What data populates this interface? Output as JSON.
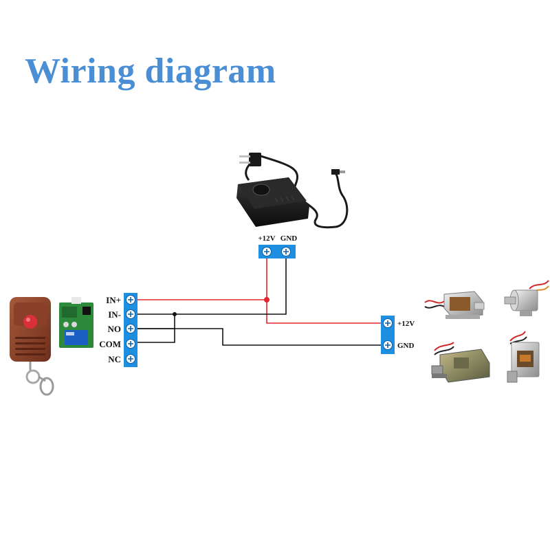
{
  "title": "Wiring diagram",
  "colors": {
    "title": "#4a8fd6",
    "terminal_block": "#1e8ee0",
    "positive_wire": "#e0262e",
    "ground_wire": "#111111"
  },
  "receiver_terminals": [
    "IN+",
    "IN-",
    "NO",
    "COM",
    "NC"
  ],
  "power_terminals": [
    "+12V",
    "GND"
  ],
  "lock_terminals": [
    "+12V",
    "GND"
  ],
  "icons": [
    "remote-control",
    "relay-receiver-board",
    "power-adapter",
    "solenoid-lock",
    "electric-bolt-lock",
    "cabinet-lock",
    "electric-latch-lock"
  ]
}
